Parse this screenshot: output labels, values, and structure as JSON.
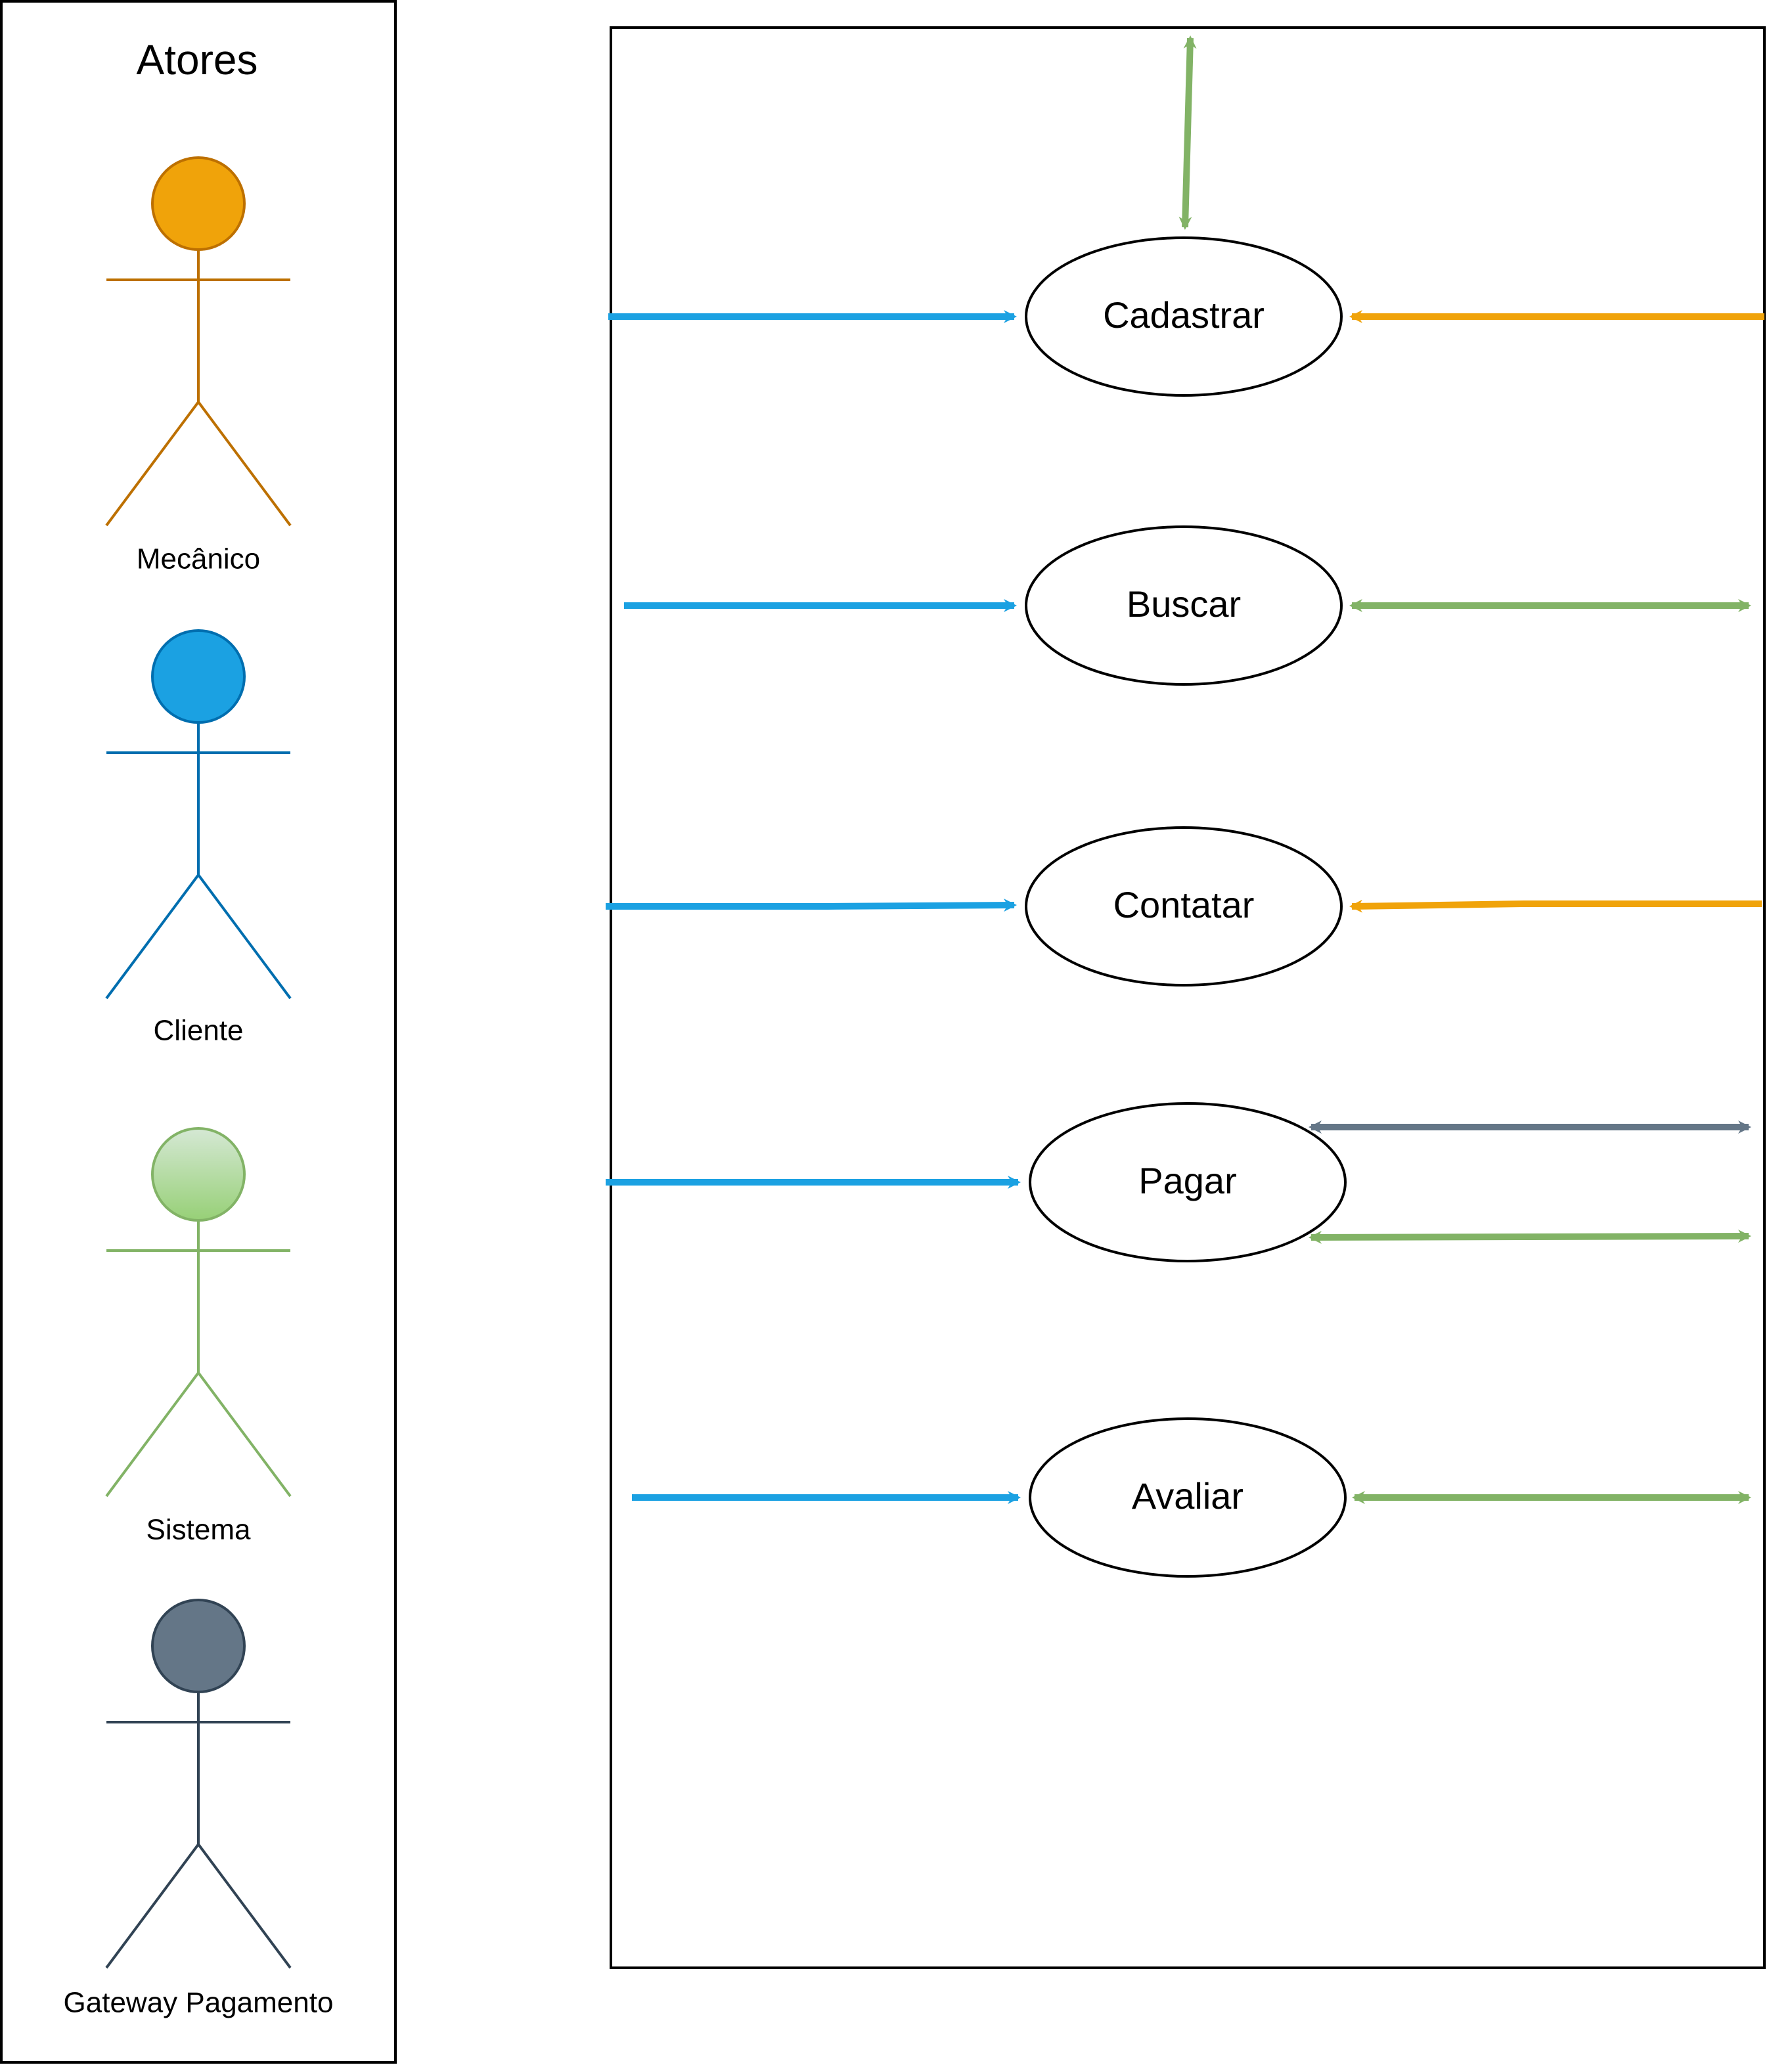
{
  "actors_panel": {
    "title": "Atores"
  },
  "actors": [
    {
      "id": "mecanico",
      "name": "Mecânico",
      "fill": "#F0A30A",
      "stroke": "#BD7000"
    },
    {
      "id": "cliente",
      "name": "Cliente",
      "fill": "#1BA1E2",
      "stroke": "#006EAF"
    },
    {
      "id": "sistema",
      "name": "Sistema",
      "fill": "#97D077",
      "stroke": "#82B366"
    },
    {
      "id": "gateway",
      "name": "Gateway Pagamento",
      "fill": "#647687",
      "stroke": "#314354"
    }
  ],
  "use_cases": [
    {
      "id": "cadastrar",
      "label": "Cadastrar"
    },
    {
      "id": "buscar",
      "label": "Buscar"
    },
    {
      "id": "contatar",
      "label": "Contatar"
    },
    {
      "id": "pagar",
      "label": "Pagar"
    },
    {
      "id": "avaliar",
      "label": "Avaliar"
    }
  ],
  "connector_colors": {
    "cliente": "#1BA1E2",
    "mecanico": "#F0A30A",
    "sistema": "#82B366",
    "gateway": "#647687"
  }
}
